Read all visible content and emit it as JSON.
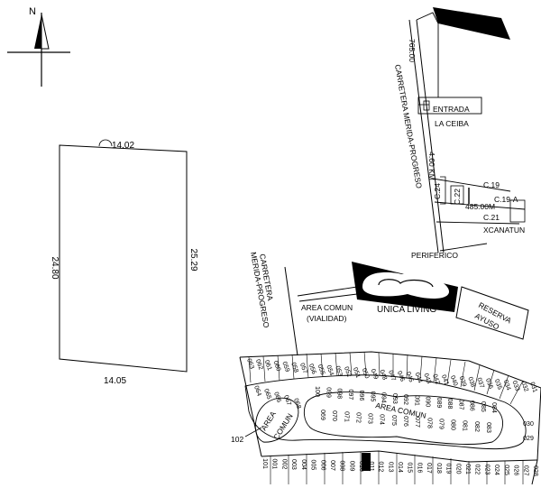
{
  "north_arrow": {
    "label": "N"
  },
  "lot_plan": {
    "top": "14.02",
    "bottom": "14.05",
    "left": "24.80",
    "right": "25.29"
  },
  "location_map": {
    "distance_top": "765.00",
    "road_carretera": "CARRETERA MERIDA-PROGRESO",
    "entrada_line1": "ENTRADA",
    "entrada_line2": "LA CEIBA",
    "km": "4.60 KM",
    "c24": "C.24",
    "c22": "C.22",
    "c19": "C.19",
    "c19a": "C.19-A",
    "distance_mid": "485.00M",
    "c21": "C.21",
    "xcanatun": "XCANATUN",
    "periferico": "PERIFERICO"
  },
  "development_map": {
    "carretera_line1": "CARRETERA",
    "carretera_line2": "MERIDA-PROGRESO",
    "area_comun_line1": "AREA COMUN",
    "area_comun_line2": "(VIALIDAD)",
    "unica_living": "UNICA LIVING",
    "reserva_line1": "RESERVA",
    "reserva_line2": "AYUSO"
  },
  "subdivision": {
    "area_comun_center": "AREA COMUN",
    "area_comun_left_line1": "AREA",
    "area_comun_left_line2": "COMUN",
    "lot_102": "102",
    "top_row": [
      "063",
      "062",
      "061",
      "060",
      "059",
      "058",
      "057",
      "056",
      "055",
      "054",
      "053",
      "052",
      "051",
      "050",
      "049",
      "048",
      "047",
      "046",
      "045",
      "044",
      "043",
      "042",
      "041",
      "040",
      "039",
      "038",
      "037",
      "036",
      "035",
      "034",
      "033",
      "032",
      "031"
    ],
    "bottom_row": [
      "101",
      "001",
      "002",
      "003",
      "004",
      "005",
      "006",
      "007",
      "008",
      "009",
      "010",
      "011",
      "012",
      "013",
      "014",
      "015",
      "016",
      "017",
      "018",
      "019",
      "020",
      "021",
      "022",
      "023",
      "024",
      "025",
      "026",
      "027",
      "028"
    ],
    "left_oval": [
      "064",
      "065",
      "066",
      "067",
      "068"
    ],
    "right_side": [
      "030",
      "029"
    ],
    "inner_upper": [
      "100",
      "099",
      "098",
      "097",
      "096",
      "095",
      "094",
      "093",
      "092",
      "091",
      "090",
      "089",
      "088",
      "087",
      "086",
      "085",
      "084"
    ],
    "inner_lower": [
      "069",
      "070",
      "071",
      "072",
      "073",
      "074",
      "075",
      "076",
      "077",
      "078",
      "079",
      "080",
      "081",
      "082",
      "083"
    ]
  }
}
